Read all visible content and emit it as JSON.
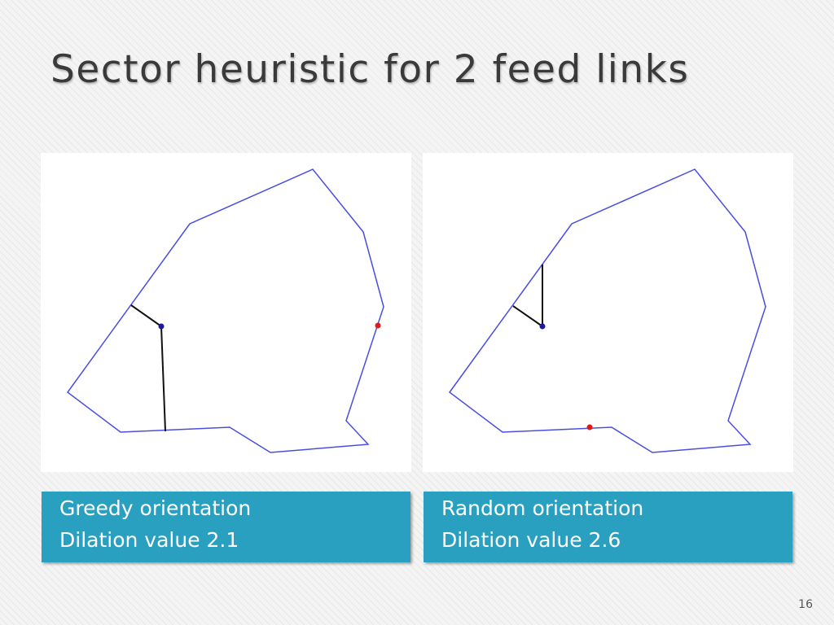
{
  "slide": {
    "title": "Sector heuristic for 2 feed links",
    "page_number": "16"
  },
  "panels": [
    {
      "caption_line1": "Greedy orientation",
      "caption_line2": "Dilation value 2.1"
    },
    {
      "caption_line1": "Random orientation",
      "caption_line2": "Dilation value 2.6"
    }
  ],
  "colors": {
    "polygon": "#4a4ee0",
    "feed_link": "#111111",
    "feed_point": "#1a1aa0",
    "target_point": "#e01818",
    "caption_bg": "#2aa0c0"
  }
}
